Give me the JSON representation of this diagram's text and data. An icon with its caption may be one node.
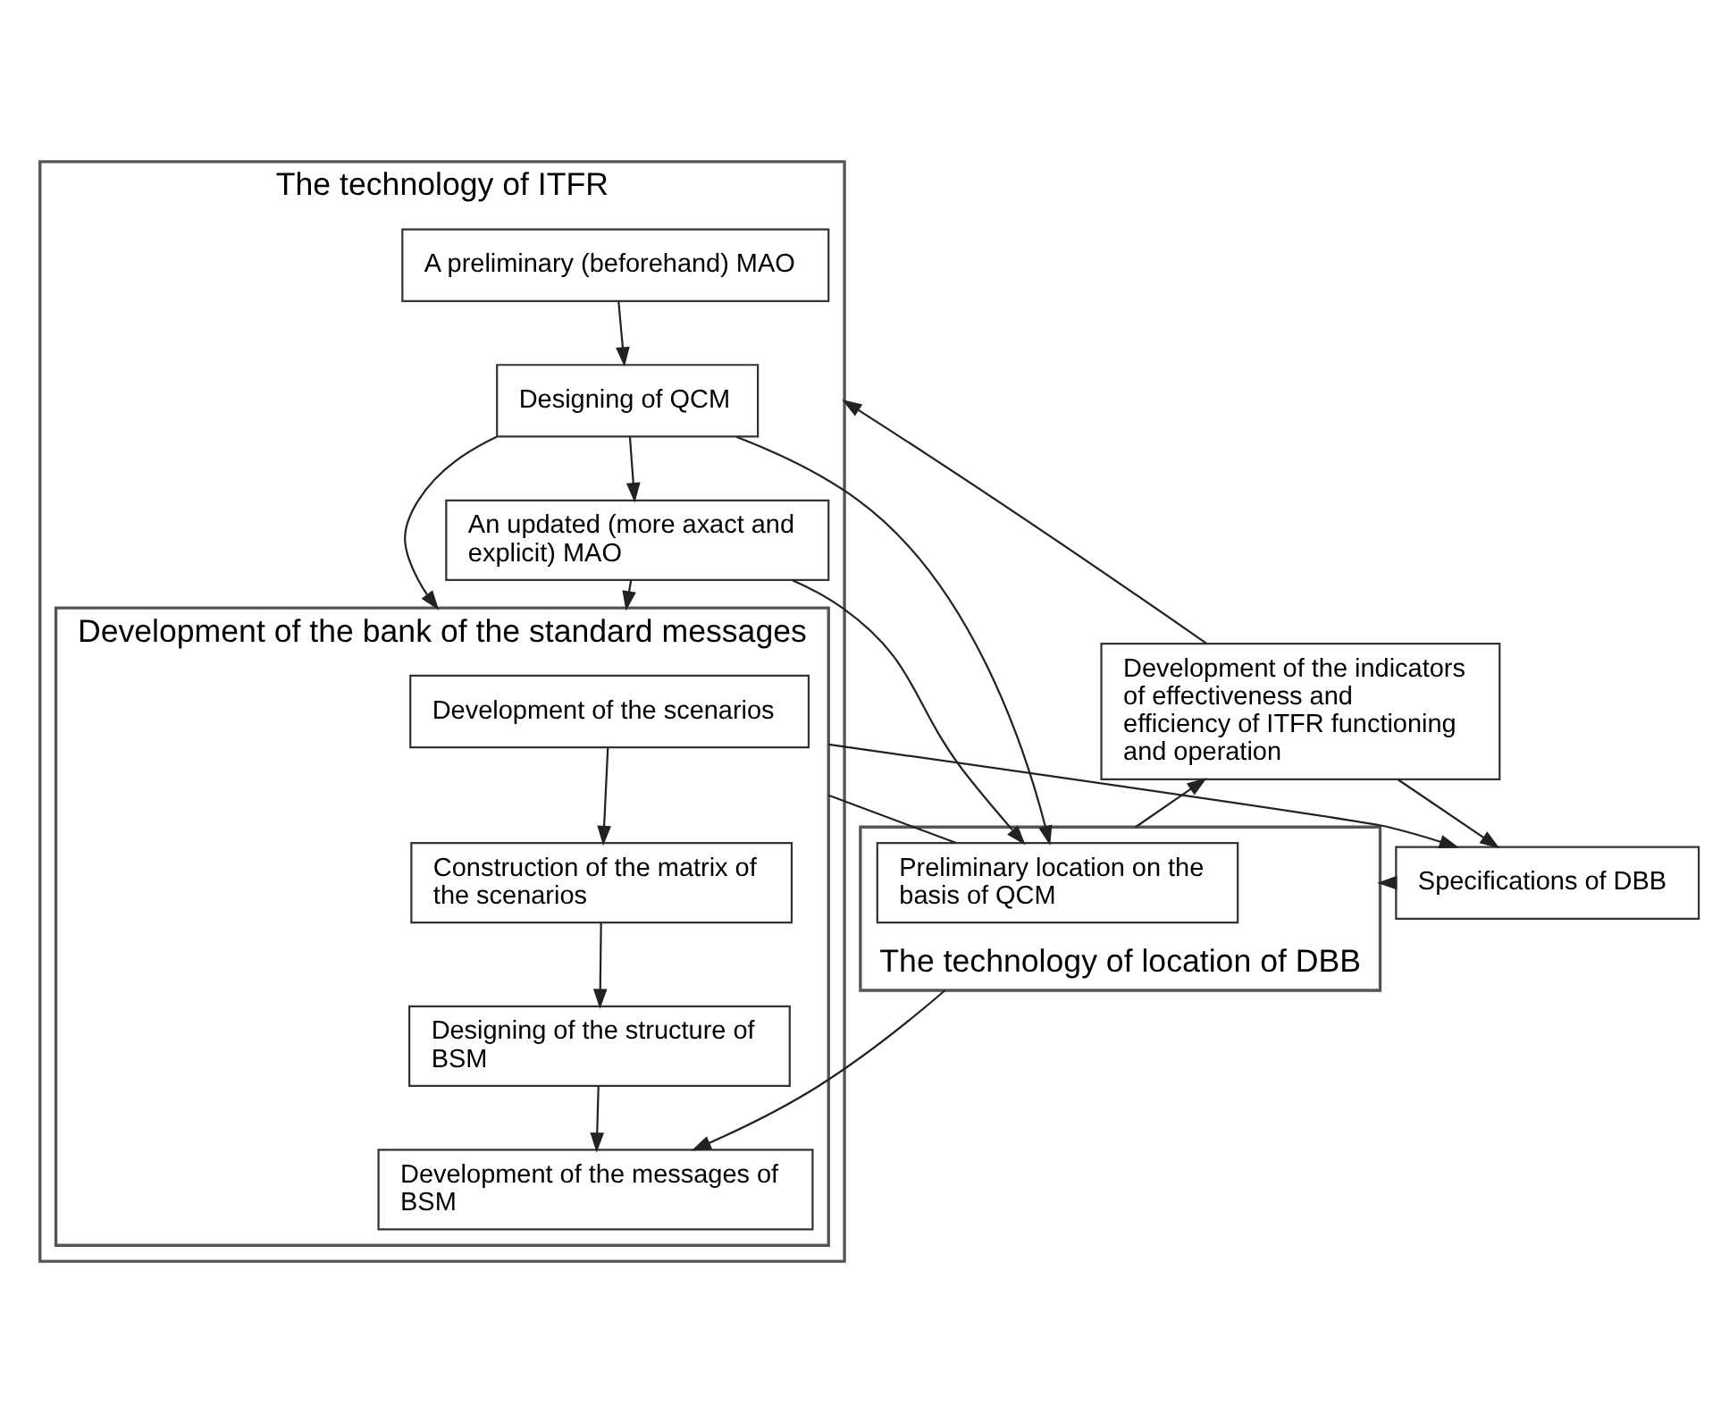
{
  "diagram": {
    "nodes": [
      {
        "text": [
          "The technology of ITFR"
        ]
      },
      {
        "text": [
          "A preliminary (beforehand) MAO"
        ],
        "in": 0
      },
      {
        "text": [
          "Designing of QCM"
        ],
        "in": 0
      },
      {
        "text": [
          "An updated (more axact and explicit) MAO"
        ],
        "in": 0
      },
      {
        "text": [
          "Development of the bank of the standard messages"
        ],
        "in": 0
      },
      {
        "text": [
          "Development of the scenarios"
        ],
        "in": 4
      },
      {
        "text": [
          "Construction of the matrix of the scenarios"
        ],
        "in": 4
      },
      {
        "text": [
          "Designing of the structure of BSM"
        ],
        "in": 4
      },
      {
        "text": [
          "Development of the messages of BSM"
        ],
        "in": 4
      },
      {
        "text": [
          "Specifications of DBB"
        ]
      },
      {
        "text": [
          "Development of the indicators of effectiveness and efficiency of ITFR functioning and operation"
        ]
      },
      {
        "text": [
          "The technology of location of DBB"
        ]
      },
      {
        "text": [
          "Preliminary location on the basis of QCM"
        ],
        "in": 11
      }
    ],
    "edges": [
      {
        "from": 1,
        "to": 2,
        "arrow": "to"
      },
      {
        "from": 2,
        "to": 3,
        "arrow": "to"
      },
      {
        "from": 2,
        "to": 4,
        "arrow": "to"
      },
      {
        "from": 3,
        "to": 4,
        "arrow": "to"
      },
      {
        "from": 2,
        "to": 12,
        "arrow": "to"
      },
      {
        "from": 3,
        "to": 12,
        "arrow": "to"
      },
      {
        "from": 5,
        "to": 6,
        "arrow": "to"
      },
      {
        "from": 6,
        "to": 7,
        "arrow": "to"
      },
      {
        "from": 7,
        "to": 8,
        "arrow": "to"
      },
      {
        "from": 4,
        "to": 9,
        "arrow": "to"
      },
      {
        "from": 4,
        "to": 12,
        "arrow": "none"
      },
      {
        "from": 11,
        "to": 8,
        "arrow": "to"
      },
      {
        "from": 9,
        "to": 11,
        "arrow": "to"
      },
      {
        "from": 11,
        "to": 10,
        "arrow": "to"
      },
      {
        "from": 10,
        "to": 9,
        "arrow": "to"
      },
      {
        "from": 10,
        "to": 0,
        "arrow": "to"
      }
    ]
  }
}
